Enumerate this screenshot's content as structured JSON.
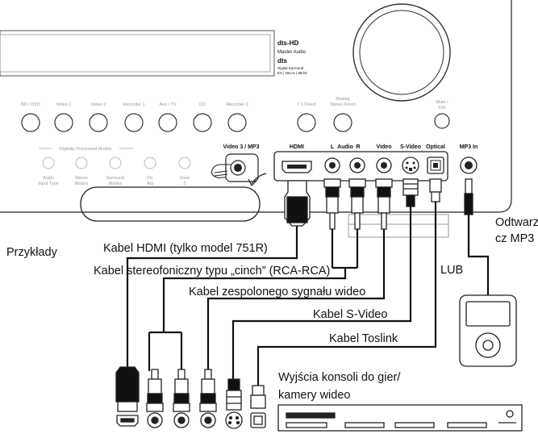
{
  "receiver": {
    "logo_line1": "dts-HD",
    "logo_line2": "Master Audio",
    "logo_line3": "dts",
    "logo_line4": "Digital Surround",
    "logo_line5": "ES | Neo:6 | 96/24",
    "buttons_row1": [
      "BD / DVD",
      "Video 1",
      "Video 2",
      "Recorder 1",
      "Aux / TV",
      "CD",
      "Recorder 2"
    ],
    "direct_7_1": "7.1 Direct",
    "analog_direct_1": "Analog",
    "analog_direct_2": "Stereo Direct",
    "mute_1": "Mute /",
    "mute_2": "Info",
    "digital_modes": "Digitally Processed Modes",
    "modes": [
      "Audio",
      "Stereo",
      "Surround",
      "Pic",
      "Zone"
    ],
    "modes_sub": [
      "Input Type",
      "Modes",
      "Modes",
      "Adj",
      "2"
    ],
    "video3_label": "Video 3 / MP3",
    "port_labels": {
      "hdmi": "HDMI",
      "l": "L",
      "audio": "Audio",
      "r": "R",
      "video": "Video",
      "svideo": "S-Video",
      "optical": "Optical",
      "mp3in": "MP3 In"
    }
  },
  "captions": {
    "examples": "Przykłady",
    "hdmi_cable": "Kabel HDMI (tylko model 751R)",
    "stereo_cable": "Kabel stereofoniczny typu „cinch” (RCA-RCA)",
    "composite_cable": "Kabel zespolonego sygnału wideo",
    "svideo_cable": "Kabel S-Video",
    "toslink_cable": "Kabel Toslink",
    "or": "LUB",
    "mp3_player_1": "Odtwarza",
    "mp3_player_2": "cz MP3",
    "console_1": "Wyjścia konsoli do gier/",
    "console_2": "kamery wideo"
  }
}
